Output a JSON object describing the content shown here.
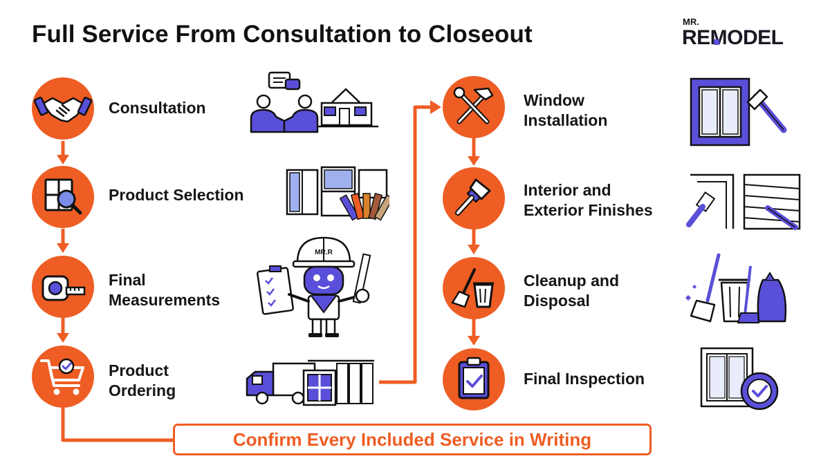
{
  "title": "Full Service From Consultation to Closeout",
  "logo": {
    "small": "MR.",
    "big": "REMODEL"
  },
  "colors": {
    "accent": "#ee5d24",
    "purple": "#5a4fd8",
    "dark": "#1d1d2a"
  },
  "steps": [
    {
      "line1": "Consultation",
      "line2": "",
      "icon": "handshake-icon"
    },
    {
      "line1": "Product Selection",
      "line2": "",
      "icon": "window-search-icon"
    },
    {
      "line1": "Final",
      "line2": "Measurements",
      "icon": "tape-measure-icon"
    },
    {
      "line1": "Product",
      "line2": "Ordering",
      "icon": "shopping-cart-icon"
    },
    {
      "line1": "Window",
      "line2": "Installation",
      "icon": "hammer-wrench-icon"
    },
    {
      "line1": "Interior and",
      "line2": "Exterior Finishes",
      "icon": "paintbrush-icon"
    },
    {
      "line1": "Cleanup and",
      "line2": "Disposal",
      "icon": "broom-bin-icon"
    },
    {
      "line1": "Final Inspection",
      "line2": "",
      "icon": "clipboard-check-icon"
    }
  ],
  "mascot_badge": "MR.R",
  "banner": "Confirm Every Included Service in Writing"
}
